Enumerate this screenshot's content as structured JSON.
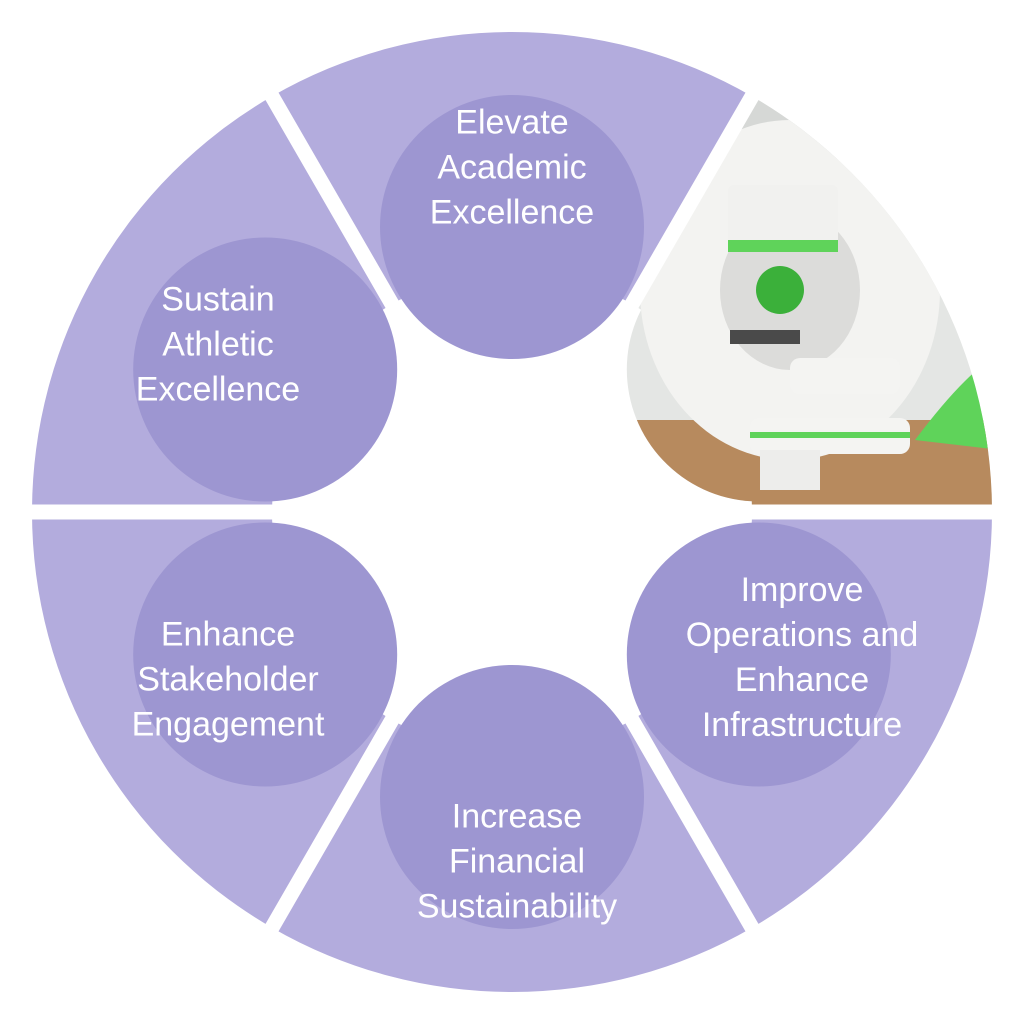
{
  "colors": {
    "segment_light": "#b3acdd",
    "segment_dark": "#9d96d1",
    "text": "#ffffff",
    "photo_accent": "#5fd35a"
  },
  "segments": [
    {
      "id": "academic",
      "lines": [
        "Elevate",
        "Academic",
        "Excellence"
      ]
    },
    {
      "id": "athletic",
      "lines": [
        "Sustain",
        "Athletic",
        "Excellence"
      ]
    },
    {
      "id": "stakeholder",
      "lines": [
        "Enhance",
        "Stakeholder",
        "Engagement"
      ]
    },
    {
      "id": "financial",
      "lines": [
        "Increase",
        "Financial",
        "Sustainability"
      ]
    },
    {
      "id": "operations",
      "lines": [
        "Improve",
        "Operations and",
        "Enhance",
        "Infrastructure"
      ]
    }
  ],
  "photo": {
    "icon": "proton-therapy-room-photo"
  }
}
